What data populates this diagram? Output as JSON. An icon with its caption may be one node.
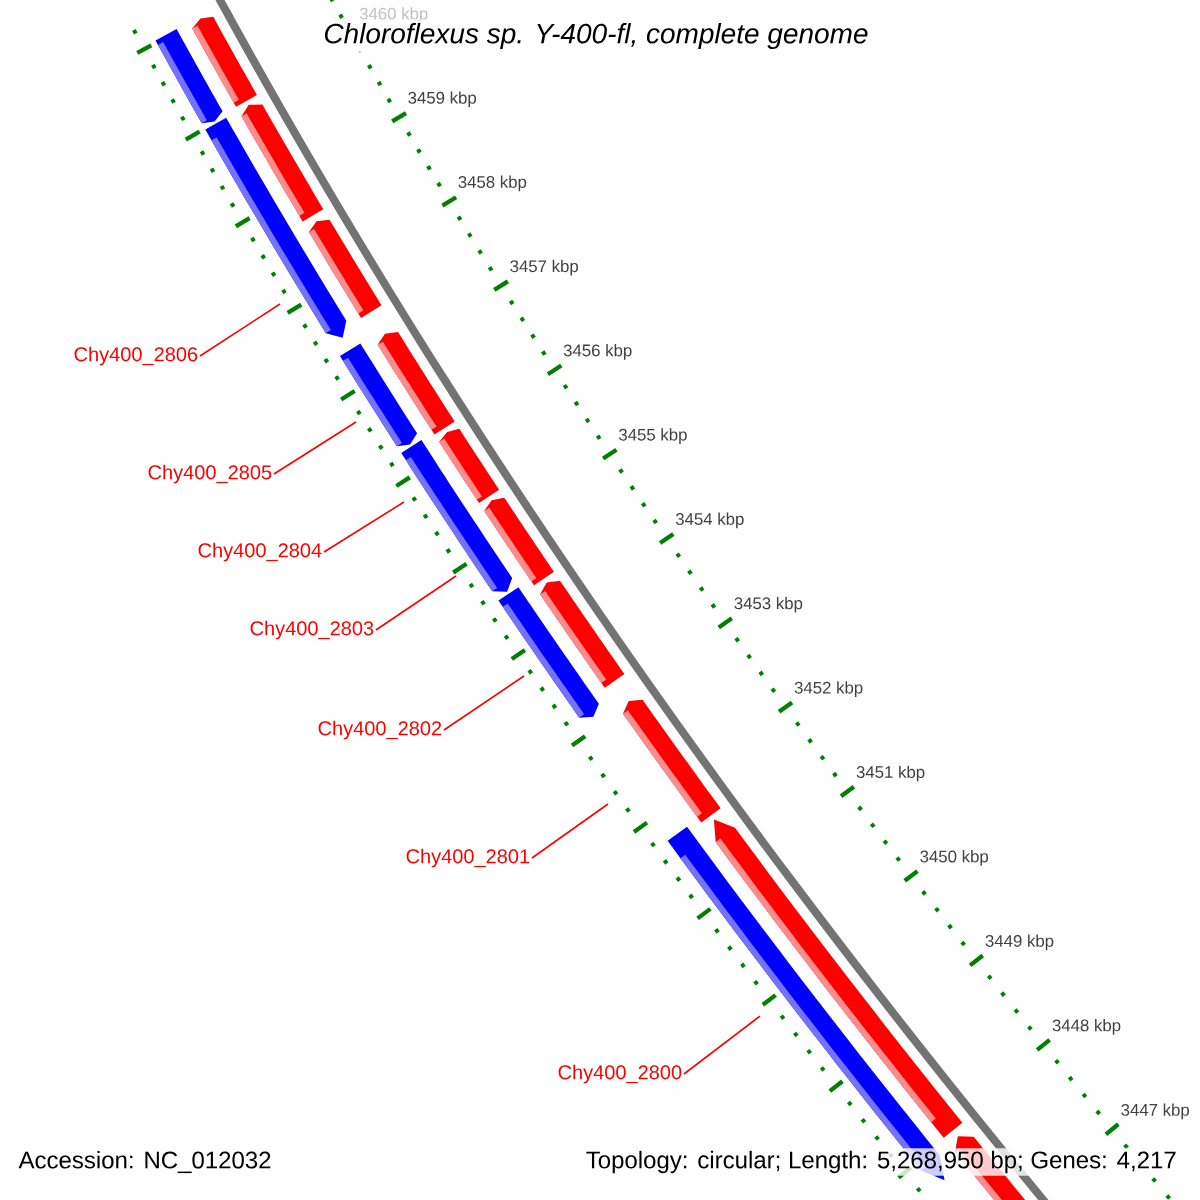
{
  "diagram": {
    "title": "Chloroflexus sp. Y-400-fl, complete genome",
    "nodes": [
      {
        "text": [
          "Chy400_2806"
        ]
      },
      {
        "text": [
          "Chy400_2805"
        ]
      },
      {
        "text": [
          "Chy400_2804"
        ]
      },
      {
        "text": [
          "Chy400_2803"
        ]
      },
      {
        "text": [
          "Chy400_2802"
        ]
      },
      {
        "text": [
          "Chy400_2801"
        ]
      },
      {
        "text": [
          "Chy400_2800"
        ]
      }
    ],
    "edges": [
      {
        "from": 0,
        "to": null,
        "arrow": "none"
      },
      {
        "from": 1,
        "to": null,
        "arrow": "none"
      },
      {
        "from": 2,
        "to": null,
        "arrow": "none"
      },
      {
        "from": 3,
        "to": null,
        "arrow": "none"
      },
      {
        "from": 4,
        "to": null,
        "arrow": "none"
      },
      {
        "from": 5,
        "to": null,
        "arrow": "none"
      },
      {
        "from": 6,
        "to": null,
        "arrow": "none"
      }
    ],
    "labels": [
      "3460 kbp",
      "3459 kbp",
      "3458 kbp",
      "3457 kbp",
      "3456 kbp",
      "3455 kbp",
      "3454 kbp",
      "3453 kbp",
      "3452 kbp",
      "3451 kbp",
      "3450 kbp",
      "3449 kbp",
      "3448 kbp",
      "3447 kbp",
      "Accession: NC_012032",
      "Topology: circular; Length: 5,268,950 bp; Genes: 4,217"
    ]
  }
}
